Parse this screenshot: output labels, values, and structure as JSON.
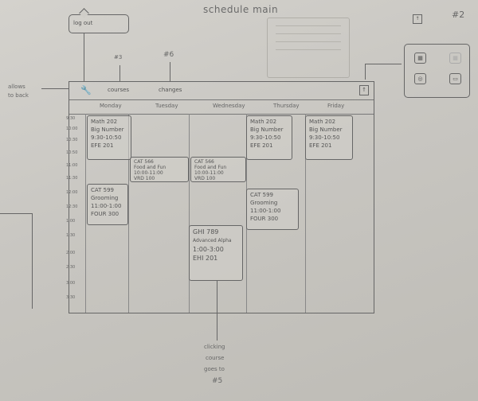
{
  "sketch": {
    "title": "schedule main",
    "page_number": "#2"
  },
  "bubble": {
    "text": "log out"
  },
  "arrows": {
    "label_3": "#3",
    "label_6": "#6",
    "left_note": [
      "allows",
      "to back"
    ],
    "bottom_note": [
      "clicking",
      "course",
      "goes to",
      "#5"
    ]
  },
  "toolbar": {
    "tabs": [
      "courses",
      "changes"
    ],
    "share_icon": "share-icon",
    "wrench_icon": "wrench-icon"
  },
  "days": [
    "Monday",
    "Tuesday",
    "Wednesday",
    "Thursday",
    "Friday"
  ],
  "times": [
    "9:30",
    "10:00",
    "10:30",
    "10:50",
    "11:00",
    "11:30",
    "12:00",
    "12:30",
    "1:00",
    "1:30",
    "2:00",
    "2:30",
    "3:00",
    "3:30"
  ],
  "courses": [
    {
      "id": "mon-math",
      "lines": [
        "Math 202",
        "Big Number",
        "9:30-10:50",
        "EFE 201"
      ]
    },
    {
      "id": "thu-math",
      "lines": [
        "Math 202",
        "Big Number",
        "9:30-10:50",
        "EFE 201"
      ]
    },
    {
      "id": "fri-math",
      "lines": [
        "Math 202",
        "Big Number",
        "9:30-10:50",
        "EFE 201"
      ]
    },
    {
      "id": "tue-cat",
      "lines": [
        "CAT 566",
        "Food and Fun",
        "10:00-11:00",
        "VRD 100"
      ]
    },
    {
      "id": "wed-cat",
      "lines": [
        "CAT 566",
        "Food and Fun",
        "10:00-11:00",
        "VRD 100"
      ]
    },
    {
      "id": "mon-cat599",
      "lines": [
        "CAT 599",
        "Grooming",
        "11:00-1:00",
        "FOUR 300"
      ]
    },
    {
      "id": "thu-cat599",
      "lines": [
        "CAT 599",
        "Grooming",
        "11:00-1:00",
        "FOUR 300"
      ]
    },
    {
      "id": "wed-ghi",
      "lines": [
        "GHI 789",
        "Advanced Alpha",
        "1:00-3:00",
        "EHI 201"
      ]
    }
  ]
}
